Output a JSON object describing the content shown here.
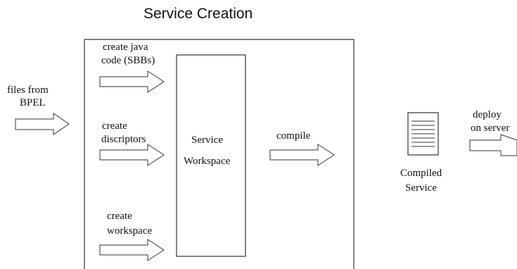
{
  "title": "Service Creation",
  "inputs": {
    "files_from_line1": "files from",
    "files_from_line2": "BPEL"
  },
  "steps": [
    {
      "line1": "create java",
      "line2": "code (SBBs)"
    },
    {
      "line1": "create",
      "line2": "discriptors"
    },
    {
      "line1": "create",
      "line2": "workspace"
    }
  ],
  "workspace": {
    "line1": "Service",
    "line2": "Workspace"
  },
  "compile_label": "compile",
  "compiled": {
    "line1": "Compiled",
    "line2": "Service"
  },
  "deploy": {
    "line1": "deploy",
    "line2": "on server"
  },
  "colors": {
    "stroke": "#333333",
    "text": "#111111",
    "background": "#ffffff"
  }
}
